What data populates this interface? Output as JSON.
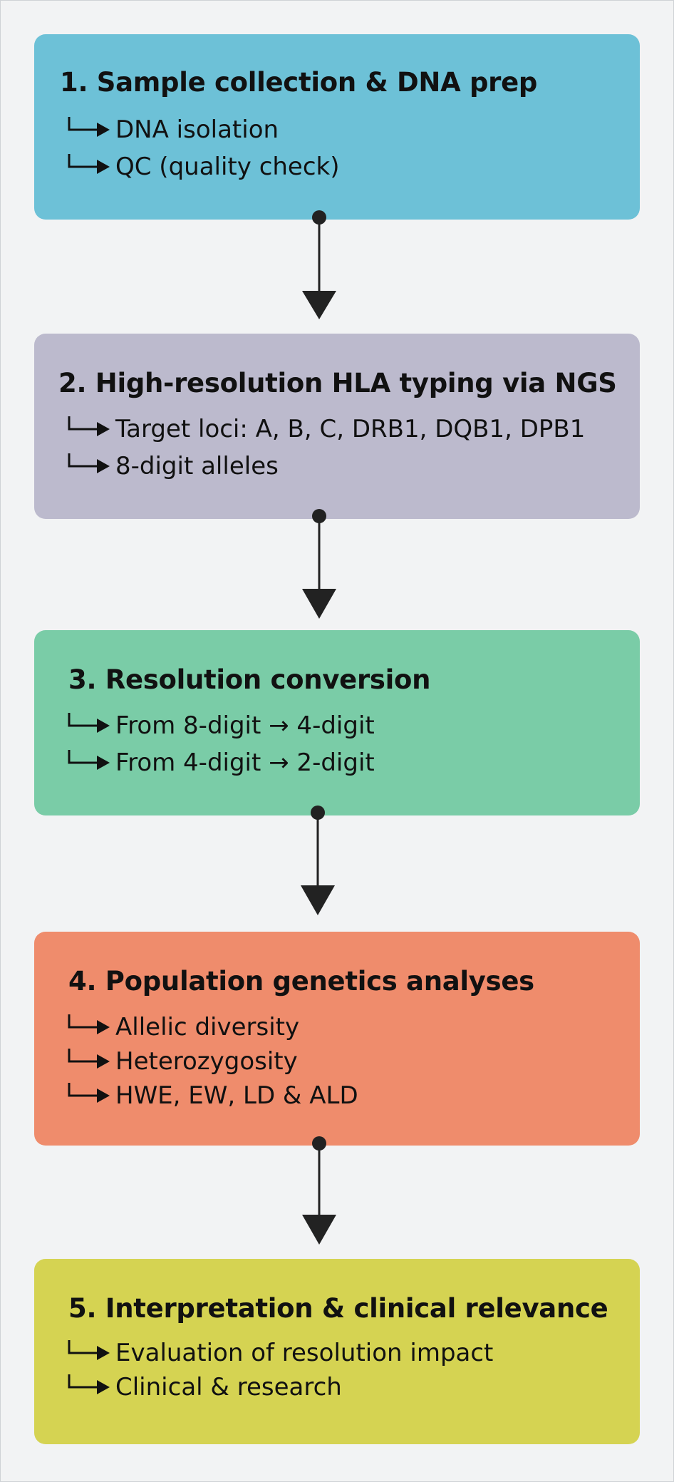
{
  "steps": [
    {
      "title": "1. Sample collection & DNA prep",
      "color": "#6dc1d7",
      "items": [
        "DNA isolation",
        "QC (quality check)"
      ]
    },
    {
      "title": "2. High-resolution HLA typing via NGS",
      "color": "#bcbacd",
      "items": [
        "Target loci: A, B, C, DRB1, DQB1, DPB1",
        "8-digit alleles"
      ]
    },
    {
      "title": "3. Resolution conversion",
      "color": "#7acca7",
      "items": [
        "From 8-digit → 4-digit",
        "From 4-digit → 2-digit"
      ]
    },
    {
      "title": "4. Population genetics analyses",
      "color": "#ef8c6c",
      "items": [
        "Allelic diversity",
        "Heterozygosity",
        "HWE, EW, LD & ALD"
      ]
    },
    {
      "title": "5. Interpretation & clinical relevance",
      "color": "#d5d352",
      "items": [
        "Evaluation of resolution impact",
        "Clinical & research"
      ]
    }
  ],
  "icons": {
    "item_bullet": "elbow-arrow-icon",
    "connector": "down-arrow-icon"
  }
}
